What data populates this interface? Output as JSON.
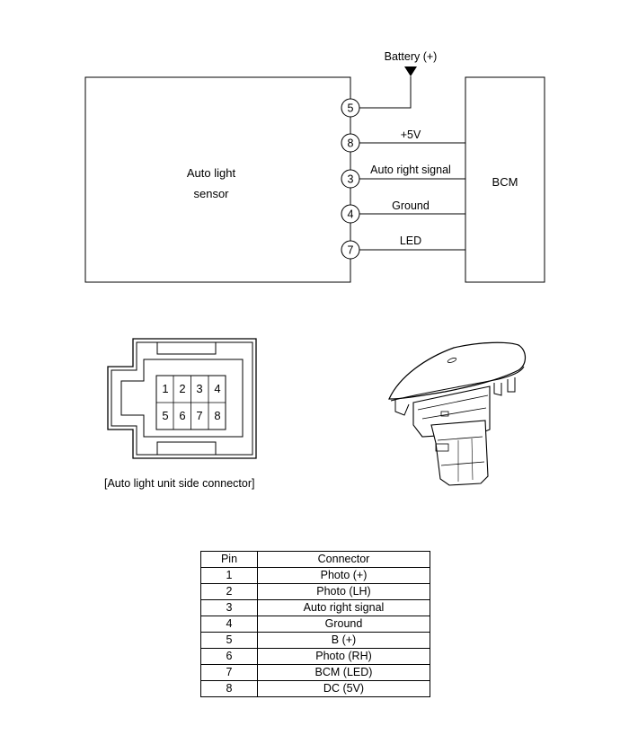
{
  "wiring": {
    "battery_label": "Battery (+)",
    "sensor_label_line1": "Auto light",
    "sensor_label_line2": "sensor",
    "bcm_label": "BCM",
    "pins": [
      {
        "num": "5",
        "signal": ""
      },
      {
        "num": "8",
        "signal": "+5V"
      },
      {
        "num": "3",
        "signal": "Auto right signal"
      },
      {
        "num": "4",
        "signal": "Ground"
      },
      {
        "num": "7",
        "signal": "LED"
      }
    ]
  },
  "connector": {
    "caption": "[Auto light unit side connector]",
    "top_row": [
      "1",
      "2",
      "3",
      "4"
    ],
    "bottom_row": [
      "5",
      "6",
      "7",
      "8"
    ]
  },
  "pin_table": {
    "headers": [
      "Pin",
      "Connector"
    ],
    "rows": [
      {
        "pin": "1",
        "connector": "Photo (+)"
      },
      {
        "pin": "2",
        "connector": "Photo (LH)"
      },
      {
        "pin": "3",
        "connector": "Auto right signal"
      },
      {
        "pin": "4",
        "connector": "Ground"
      },
      {
        "pin": "5",
        "connector": "B (+)"
      },
      {
        "pin": "6",
        "connector": "Photo (RH)"
      },
      {
        "pin": "7",
        "connector": "BCM (LED)"
      },
      {
        "pin": "8",
        "connector": "DC (5V)"
      }
    ]
  }
}
